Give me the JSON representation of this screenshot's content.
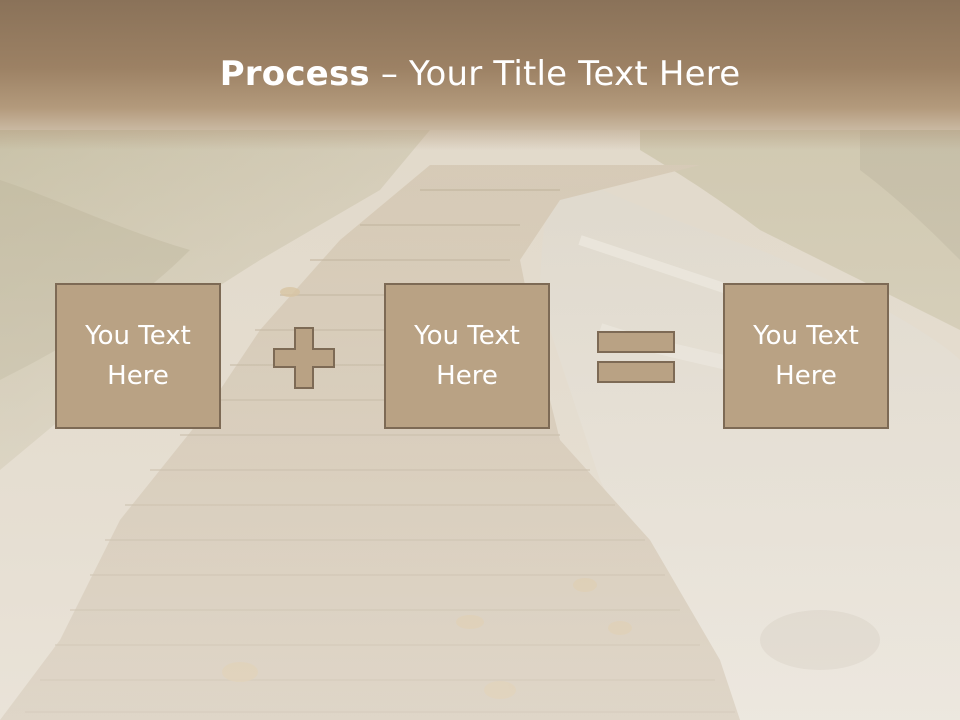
{
  "slide": {
    "title_bold": "Process",
    "title_rest": " – Your Title Text Here",
    "boxes": [
      {
        "text": "You Text Here"
      },
      {
        "text": "You Text Here"
      },
      {
        "text": "You Text Here"
      }
    ],
    "operators": [
      "plus-icon",
      "equals-icon"
    ],
    "colors": {
      "accent": "#b9a284",
      "border": "#7d6a55",
      "header": "#9c8164",
      "text": "#ffffff"
    }
  }
}
